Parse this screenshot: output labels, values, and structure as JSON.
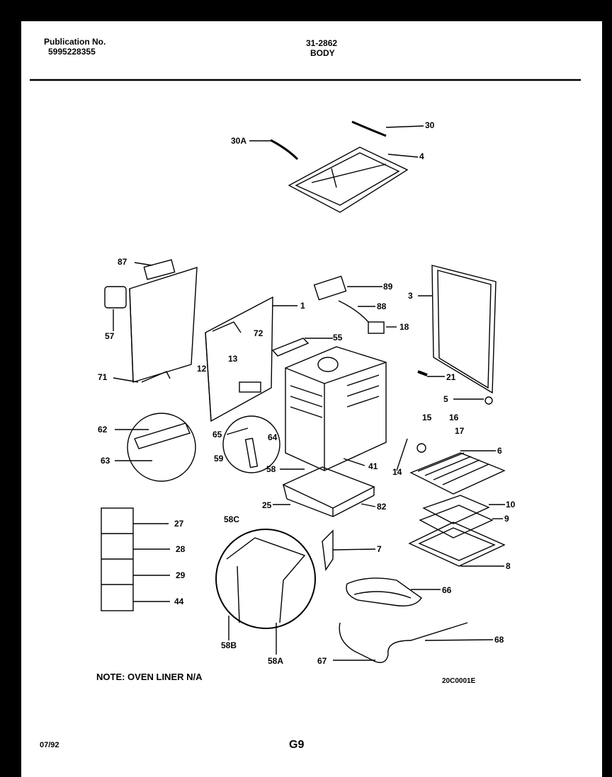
{
  "header": {
    "publication_label": "Publication No.",
    "publication_number": "5995228355",
    "model_code": "31-2862",
    "section": "BODY"
  },
  "footer": {
    "note": "NOTE: OVEN LINER N/A",
    "drawing_code": "20C0001E",
    "date": "07/92",
    "page_code": "G9"
  },
  "part_labels": {
    "p30": "30",
    "p30A": "30A",
    "p4": "4",
    "p87": "87",
    "p57": "57",
    "p71": "71",
    "p1": "1",
    "p12": "12",
    "p13": "13",
    "p72": "72",
    "p89": "89",
    "p88": "88",
    "p18": "18",
    "p55": "55",
    "p3": "3",
    "p21": "21",
    "p5": "5",
    "p62": "62",
    "p63": "63",
    "p65": "65",
    "p64": "64",
    "p59": "59",
    "p15": "15",
    "p16": "16",
    "p17": "17",
    "p14": "14",
    "p6": "6",
    "p41": "41",
    "p58": "58",
    "p25": "25",
    "p82": "82",
    "p10": "10",
    "p9": "9",
    "p8": "8",
    "p27": "27",
    "p28": "28",
    "p29": "29",
    "p44": "44",
    "p58C": "58C",
    "p58B": "58B",
    "p58A": "58A",
    "p7": "7",
    "p66": "66",
    "p68": "68",
    "p67": "67"
  },
  "colors": {
    "background": "#000000",
    "paper": "#ffffff",
    "ink": "#000000"
  }
}
